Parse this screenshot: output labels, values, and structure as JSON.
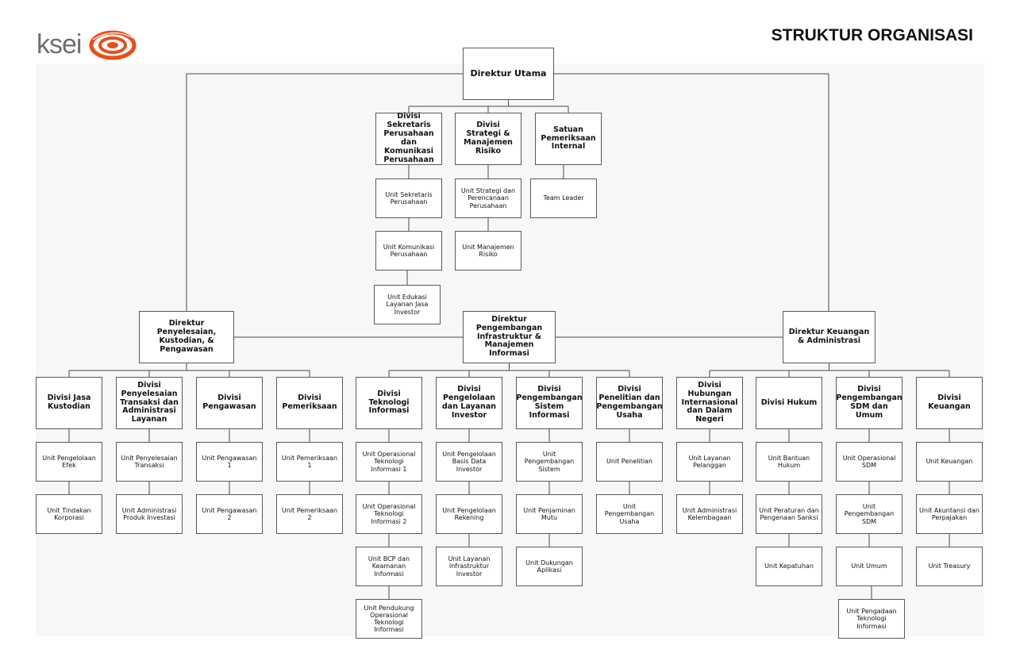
{
  "logo": {
    "text": "ksei",
    "colors": {
      "ring": "#e84e1b",
      "text": "#6e6e6e"
    }
  },
  "title": "STRUKTUR ORGANISASI",
  "nodes": [
    {
      "id": "dir-utama",
      "label": "Direktur Utama",
      "type": "head"
    },
    {
      "id": "div-sekper",
      "label": "Divisi Sekretaris Perusahaan dan Komunikasi Perusahaan",
      "type": "head"
    },
    {
      "id": "div-strategi",
      "label": "Divisi Strategi & Manajemen Risiko",
      "type": "head"
    },
    {
      "id": "spi",
      "label": "Satuan Pemeriksaan Internal",
      "type": "head"
    },
    {
      "id": "u-sekper",
      "label": "Unit Sekretaris Perusahaan",
      "type": "unit"
    },
    {
      "id": "u-komunikasi",
      "label": "Unit Komunikasi Perusahaan",
      "type": "unit"
    },
    {
      "id": "u-edukasi",
      "label": "Unit Edukasi Layanan Jasa Investor",
      "type": "unit"
    },
    {
      "id": "u-strategi",
      "label": "Unit Strategi dan Perencanaan Perusahaan",
      "type": "unit"
    },
    {
      "id": "u-manrisk",
      "label": "Unit Manajemen Risiko",
      "type": "unit"
    },
    {
      "id": "team-leader",
      "label": "Team Leader",
      "type": "unit"
    },
    {
      "id": "dir-pkp",
      "label": "Direktur Penyelesaian, Kustodian, & Pengawasan",
      "type": "head"
    },
    {
      "id": "dir-pim",
      "label": "Direktur Pengembangan Infrastruktur & Manajemen Informasi",
      "type": "head"
    },
    {
      "id": "dir-ka",
      "label": "Direktur Keuangan & Administrasi",
      "type": "head"
    },
    {
      "id": "div-jasa",
      "label": "Divisi Jasa Kustodian",
      "type": "head"
    },
    {
      "id": "div-penyelesaian",
      "label": "Divisi Penyelesaian Transaksi dan Administrasi Layanan",
      "type": "head"
    },
    {
      "id": "div-pengawasan",
      "label": "Divisi Pengawasan",
      "type": "head"
    },
    {
      "id": "div-pemeriksaan",
      "label": "Divisi Pemeriksaan",
      "type": "head"
    },
    {
      "id": "div-ti",
      "label": "Divisi Teknologi Informasi",
      "type": "head"
    },
    {
      "id": "div-pli",
      "label": "Divisi Pengelolaan dan Layanan Investor",
      "type": "head"
    },
    {
      "id": "div-psi",
      "label": "Divisi Pengembangan Sistem Informasi",
      "type": "head"
    },
    {
      "id": "div-ppu",
      "label": "Divisi Penelitian dan Pengembangan Usaha",
      "type": "head"
    },
    {
      "id": "div-hub",
      "label": "Divisi Hubungan Internasional dan Dalam Negeri",
      "type": "head"
    },
    {
      "id": "div-hukum",
      "label": "Divisi Hukum",
      "type": "head"
    },
    {
      "id": "div-sdm",
      "label": "Divisi Pengembangan SDM dan Umum",
      "type": "head"
    },
    {
      "id": "div-keuangan",
      "label": "Divisi Keuangan",
      "type": "head"
    },
    {
      "id": "u-pengelolaan-efek",
      "label": "Unit Pengelolaan Efek",
      "type": "unit"
    },
    {
      "id": "u-tindakan",
      "label": "Unit Tindakan Korporasi",
      "type": "unit"
    },
    {
      "id": "u-penyelesaian",
      "label": "Unit Penyelesaian Transaksi",
      "type": "unit"
    },
    {
      "id": "u-adm-produk",
      "label": "Unit Administrasi Produk Investasi",
      "type": "unit"
    },
    {
      "id": "u-pengawasan1",
      "label": "Unit Pengawasan 1",
      "type": "unit"
    },
    {
      "id": "u-pengawasan2",
      "label": "Unit Pengawasan 2",
      "type": "unit"
    },
    {
      "id": "u-pemeriksaan1",
      "label": "Unit Pemeriksaan 1",
      "type": "unit"
    },
    {
      "id": "u-pemeriksaan2",
      "label": "Unit Pemeriksaan 2",
      "type": "unit"
    },
    {
      "id": "u-opti1",
      "label": "Unit Operasional Teknologi Informasi 1",
      "type": "unit"
    },
    {
      "id": "u-opti2",
      "label": "Unit Operasional Teknologi Informasi 2",
      "type": "unit"
    },
    {
      "id": "u-bcp",
      "label": "Unit BCP dan Keamanan Informasi",
      "type": "unit"
    },
    {
      "id": "u-pendukung",
      "label": "Unit Pendukung Operasional Teknologi Informasi",
      "type": "unit"
    },
    {
      "id": "u-basis-data",
      "label": "Unit Pengelolaan Basis Data Investor",
      "type": "unit"
    },
    {
      "id": "u-rekening",
      "label": "Unit Pengelolaan Rekening",
      "type": "unit"
    },
    {
      "id": "u-layanan-infra",
      "label": "Unit Layanan Infrastruktur Investor",
      "type": "unit"
    },
    {
      "id": "u-peng-sistem",
      "label": "Unit Pengembangan Sistem",
      "type": "unit"
    },
    {
      "id": "u-mutu",
      "label": "Unit Penjaminan Mutu",
      "type": "unit"
    },
    {
      "id": "u-dukungan",
      "label": "Unit Dukungan Aplikasi",
      "type": "unit"
    },
    {
      "id": "u-penelitian",
      "label": "Unit Penelitian",
      "type": "unit"
    },
    {
      "id": "u-peng-usaha",
      "label": "Unit Pengembangan Usaha",
      "type": "unit"
    },
    {
      "id": "u-pelanggan",
      "label": "Unit Layanan Pelanggan",
      "type": "unit"
    },
    {
      "id": "u-kelembagaan",
      "label": "Unit Administrasi Kelembagaan",
      "type": "unit"
    },
    {
      "id": "u-bantuan",
      "label": "Unit Bantuan Hukum",
      "type": "unit"
    },
    {
      "id": "u-peraturan",
      "label": "Unit Peraturan dan Pengenaan Sanksi",
      "type": "unit"
    },
    {
      "id": "u-kepatuhan",
      "label": "Unit Kepatuhan",
      "type": "unit"
    },
    {
      "id": "u-op-sdm",
      "label": "Unit Operasional SDM",
      "type": "unit"
    },
    {
      "id": "u-peng-sdm",
      "label": "Unit Pengembangan SDM",
      "type": "unit"
    },
    {
      "id": "u-umum",
      "label": "Unit Umum",
      "type": "unit"
    },
    {
      "id": "u-pengadaan",
      "label": "Unit Pengadaan Teknologi Informasi",
      "type": "unit"
    },
    {
      "id": "u-keuangan",
      "label": "Unit Keuangan",
      "type": "unit"
    },
    {
      "id": "u-akuntansi",
      "label": "Unit Akuntansi dan Perpajakan",
      "type": "unit"
    },
    {
      "id": "u-treasury",
      "label": "Unit Treasury",
      "type": "unit"
    }
  ],
  "edges": [
    [
      "dir-utama",
      "div-sekper"
    ],
    [
      "dir-utama",
      "div-strategi"
    ],
    [
      "dir-utama",
      "spi"
    ],
    [
      "dir-utama",
      "dir-pkp"
    ],
    [
      "dir-utama",
      "dir-ka"
    ],
    [
      "dir-utama",
      "dir-pim"
    ],
    [
      "div-sekper",
      "u-sekper"
    ],
    [
      "u-sekper",
      "u-komunikasi"
    ],
    [
      "u-komunikasi",
      "u-edukasi"
    ],
    [
      "div-strategi",
      "u-strategi"
    ],
    [
      "u-strategi",
      "u-manrisk"
    ],
    [
      "spi",
      "team-leader"
    ],
    [
      "dir-pkp",
      "div-jasa"
    ],
    [
      "dir-pkp",
      "div-penyelesaian"
    ],
    [
      "dir-pkp",
      "div-pengawasan"
    ],
    [
      "dir-pkp",
      "div-pemeriksaan"
    ],
    [
      "dir-pim",
      "div-ti"
    ],
    [
      "dir-pim",
      "div-pli"
    ],
    [
      "dir-pim",
      "div-psi"
    ],
    [
      "dir-pim",
      "div-ppu"
    ],
    [
      "dir-ka",
      "div-hub"
    ],
    [
      "dir-ka",
      "div-hukum"
    ],
    [
      "dir-ka",
      "div-sdm"
    ],
    [
      "dir-ka",
      "div-keuangan"
    ],
    [
      "div-jasa",
      "u-pengelolaan-efek"
    ],
    [
      "u-pengelolaan-efek",
      "u-tindakan"
    ],
    [
      "div-penyelesaian",
      "u-penyelesaian"
    ],
    [
      "u-penyelesaian",
      "u-adm-produk"
    ],
    [
      "div-pengawasan",
      "u-pengawasan1"
    ],
    [
      "u-pengawasan1",
      "u-pengawasan2"
    ],
    [
      "div-pemeriksaan",
      "u-pemeriksaan1"
    ],
    [
      "u-pemeriksaan1",
      "u-pemeriksaan2"
    ],
    [
      "div-ti",
      "u-opti1"
    ],
    [
      "u-opti1",
      "u-opti2"
    ],
    [
      "u-opti2",
      "u-bcp"
    ],
    [
      "u-bcp",
      "u-pendukung"
    ],
    [
      "div-pli",
      "u-basis-data"
    ],
    [
      "u-basis-data",
      "u-rekening"
    ],
    [
      "u-rekening",
      "u-layanan-infra"
    ],
    [
      "div-psi",
      "u-peng-sistem"
    ],
    [
      "u-peng-sistem",
      "u-mutu"
    ],
    [
      "u-mutu",
      "u-dukungan"
    ],
    [
      "div-ppu",
      "u-penelitian"
    ],
    [
      "u-penelitian",
      "u-peng-usaha"
    ],
    [
      "div-hub",
      "u-pelanggan"
    ],
    [
      "u-pelanggan",
      "u-kelembagaan"
    ],
    [
      "div-hukum",
      "u-bantuan"
    ],
    [
      "u-bantuan",
      "u-peraturan"
    ],
    [
      "u-peraturan",
      "u-kepatuhan"
    ],
    [
      "div-sdm",
      "u-op-sdm"
    ],
    [
      "u-op-sdm",
      "u-peng-sdm"
    ],
    [
      "u-peng-sdm",
      "u-umum"
    ],
    [
      "u-umum",
      "u-pengadaan"
    ],
    [
      "div-keuangan",
      "u-keuangan"
    ],
    [
      "u-keuangan",
      "u-akuntansi"
    ],
    [
      "u-akuntansi",
      "u-treasury"
    ]
  ]
}
